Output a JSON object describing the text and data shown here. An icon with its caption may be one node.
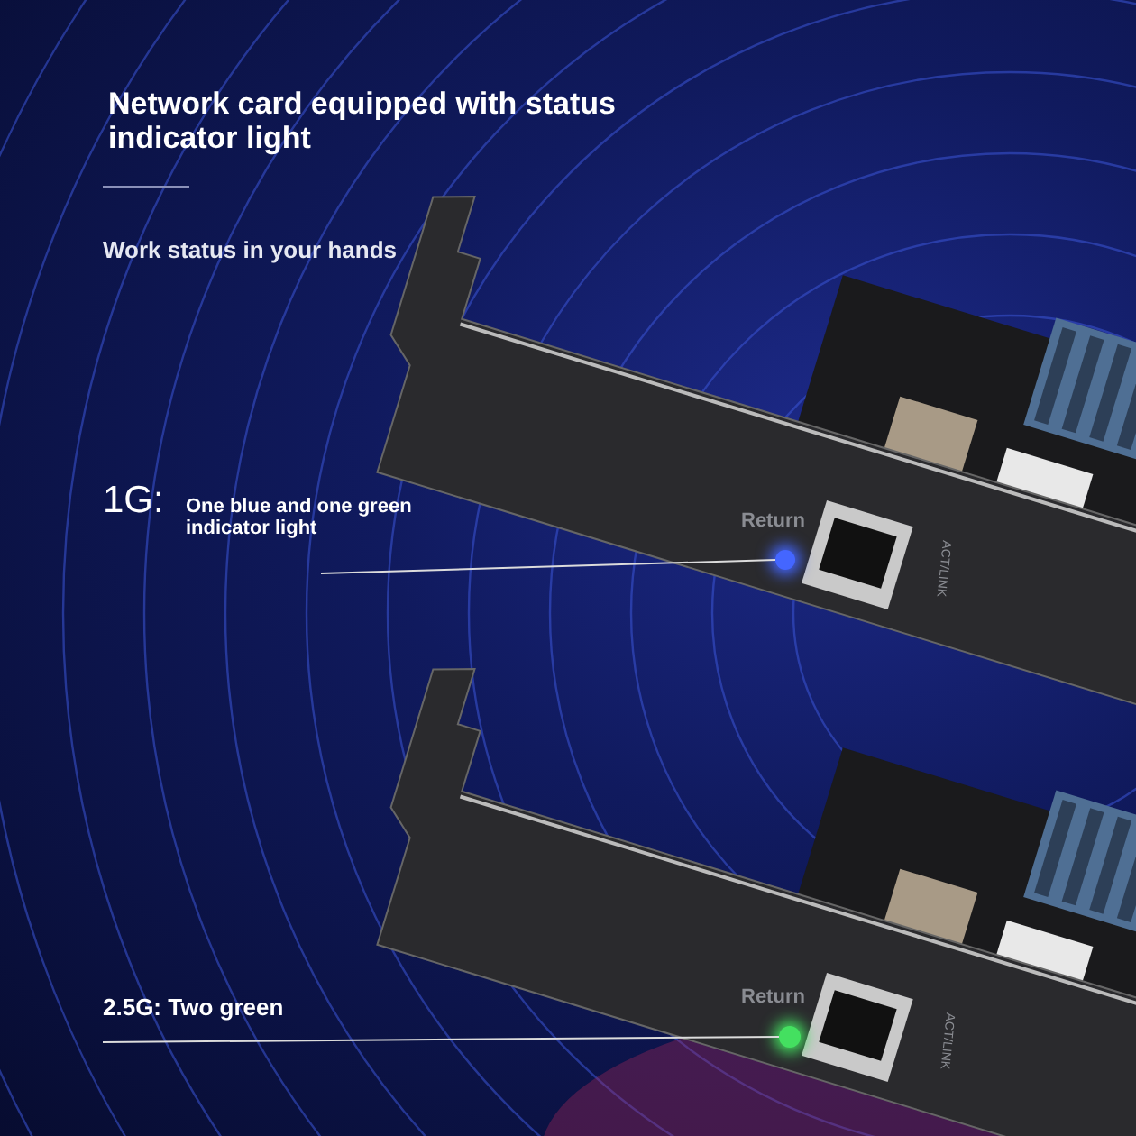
{
  "diagram": {
    "title": "Network card equipped with status indicator light",
    "nodes": [
      {
        "text": [
          "1G:",
          "One blue and one green indicator light"
        ]
      },
      {
        "text": [],
        "shape": "circle"
      },
      {
        "text": [
          "2.5G: Two green"
        ]
      },
      {
        "text": [],
        "shape": "circle"
      }
    ],
    "edges": [
      {
        "from": 0,
        "to": 1,
        "arrow": "none"
      },
      {
        "from": 2,
        "to": 3,
        "arrow": "none"
      }
    ],
    "labels": [
      "Work status in your hands",
      "Return",
      "ACT/LINK",
      "Return",
      "ACT/LINK"
    ]
  }
}
